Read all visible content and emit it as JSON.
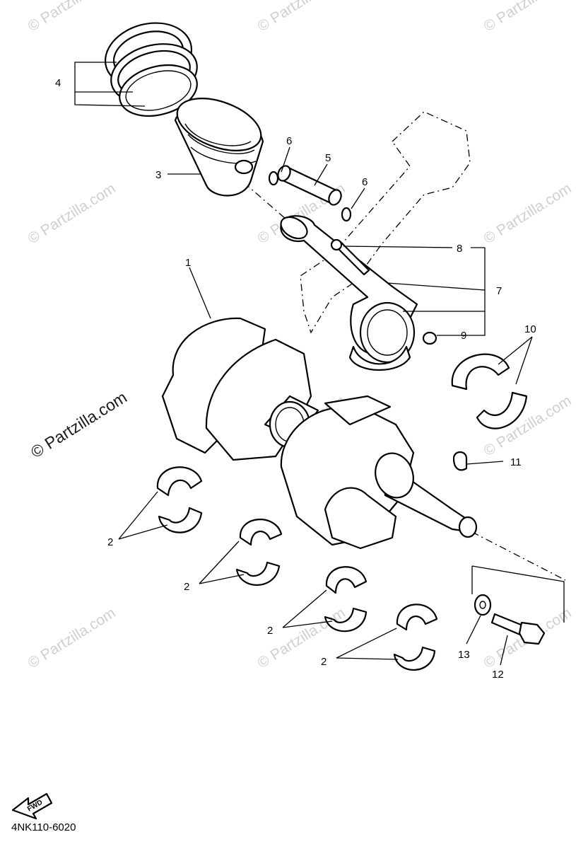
{
  "diagram": {
    "callouts": [
      {
        "id": "1",
        "text": "1"
      },
      {
        "id": "2a",
        "text": "2"
      },
      {
        "id": "2b",
        "text": "2"
      },
      {
        "id": "2c",
        "text": "2"
      },
      {
        "id": "2d",
        "text": "2"
      },
      {
        "id": "3",
        "text": "3"
      },
      {
        "id": "4",
        "text": "4"
      },
      {
        "id": "5",
        "text": "5"
      },
      {
        "id": "6a",
        "text": "6"
      },
      {
        "id": "6b",
        "text": "6"
      },
      {
        "id": "7",
        "text": "7"
      },
      {
        "id": "8",
        "text": "8"
      },
      {
        "id": "9",
        "text": "9"
      },
      {
        "id": "10",
        "text": "10"
      },
      {
        "id": "11",
        "text": "11"
      },
      {
        "id": "12",
        "text": "12"
      },
      {
        "id": "13",
        "text": "13"
      }
    ],
    "watermark_text": "© Partzilla.com",
    "fwd_label": "FWD",
    "diagram_code": "4NK110-6020",
    "colors": {
      "line": "#000000",
      "watermark": "#cfcfcf",
      "background": "#ffffff"
    }
  }
}
